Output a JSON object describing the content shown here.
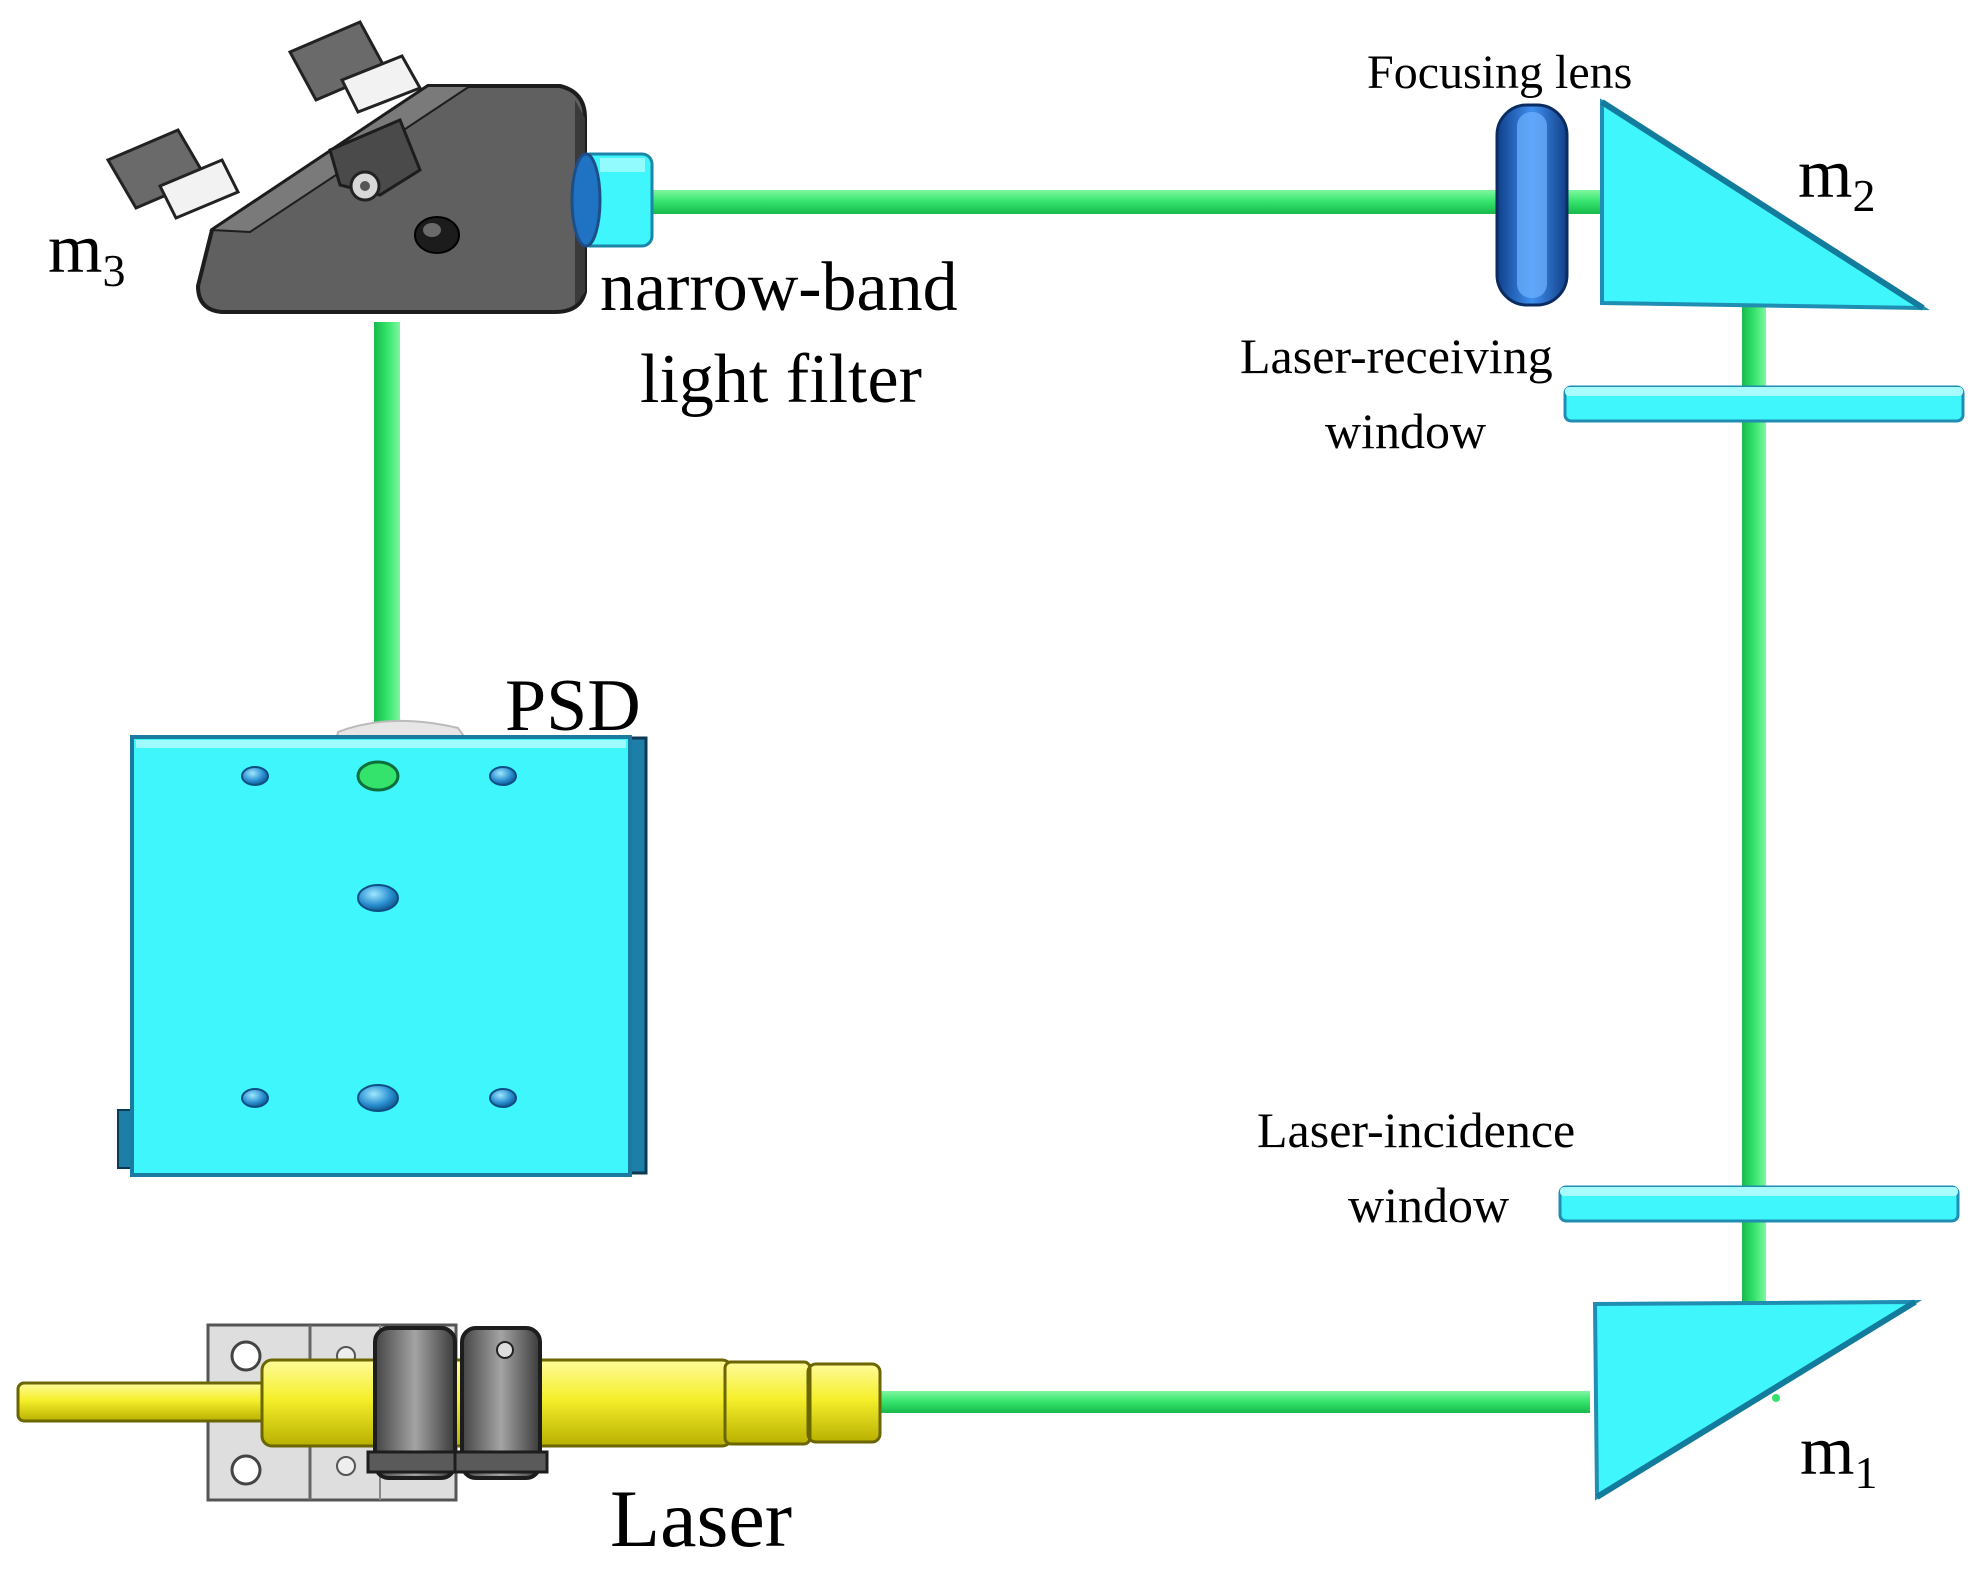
{
  "labels": {
    "focusing_lens": "Focusing lens",
    "m2_base": "m",
    "m2_sub": "2",
    "m3_base": "m",
    "m3_sub": "3",
    "m1_base": "m",
    "m1_sub": "1",
    "filter_line1": "narrow-band",
    "filter_line2": "light filter",
    "receiving_line1": "Laser-receiving",
    "receiving_line2": "window",
    "incidence_line1": "Laser-incidence",
    "incidence_line2": "window",
    "psd": "PSD",
    "laser": "Laser"
  },
  "colors": {
    "beam": "#33e36b",
    "cyan": "#3ef6fb",
    "dark": "#5e5e5e",
    "yellow": "#f5f03a",
    "lens": "#1f72d8"
  }
}
